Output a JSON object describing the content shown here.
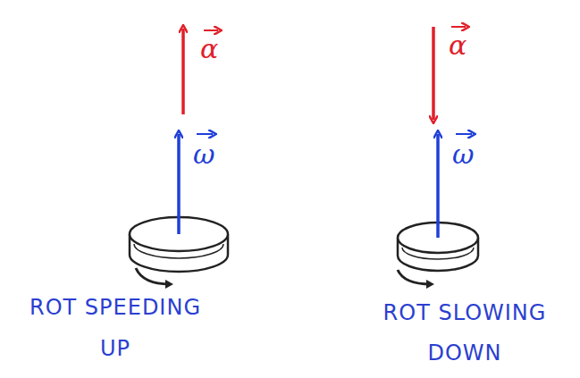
{
  "diagram": {
    "labels": [
      "α",
      "ω",
      "ROT SPEEDING UP",
      "α",
      "ω",
      "ROT SLOWING DOWN"
    ]
  }
}
